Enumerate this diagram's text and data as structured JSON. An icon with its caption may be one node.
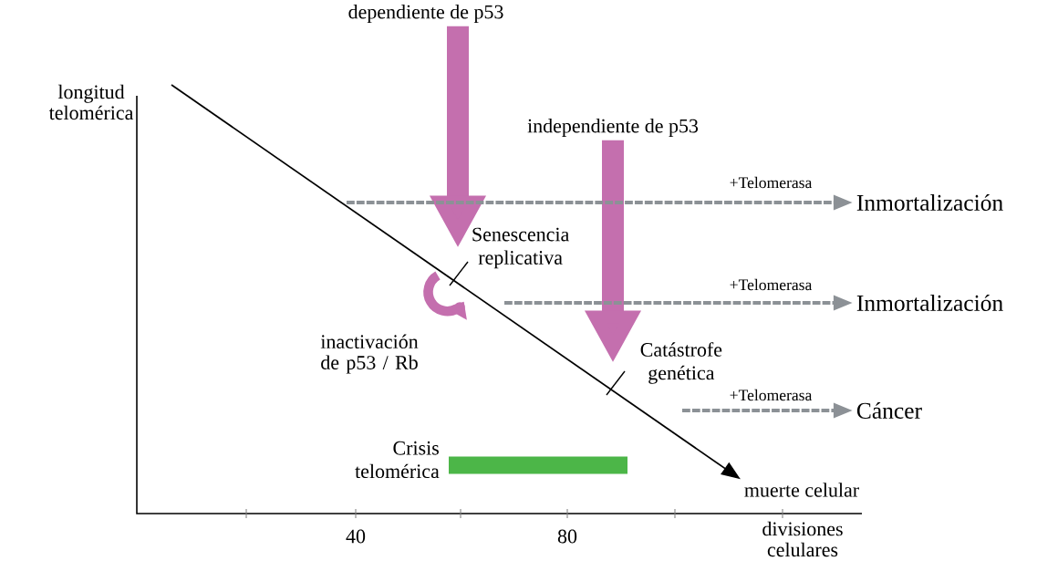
{
  "diagram": {
    "nodes": [
      {
        "text": [
          "dependiente de p53"
        ]
      },
      {
        "text": [
          "independiente de p53"
        ]
      },
      {
        "text": [
          "Senescencia replicativa"
        ]
      },
      {
        "text": [
          "Inmortalización"
        ]
      },
      {
        "text": [
          "Inmortalización"
        ]
      },
      {
        "text": [
          "Catástrofe genética"
        ]
      },
      {
        "text": [
          "Cáncer"
        ]
      },
      {
        "text": [],
        "shape": "bar",
        "beside": [
          "Crisis telomérica"
        ]
      },
      {
        "text": [
          "muerte celular"
        ]
      }
    ],
    "edges": [
      {
        "from": 0,
        "to": 2,
        "arrow": "to",
        "style": "thick",
        "color": "#c46fae"
      },
      {
        "from": 1,
        "to": 5,
        "arrow": "to",
        "style": "thick",
        "color": "#c46fae"
      },
      {
        "from": null,
        "to": 3,
        "arrow": "to",
        "label": "+Telomerasa",
        "style": "dashed",
        "color": "#8c9196"
      },
      {
        "from": null,
        "to": 4,
        "arrow": "to",
        "label": "+Telomerasa",
        "style": "dashed",
        "color": "#8c9196"
      },
      {
        "from": null,
        "to": 6,
        "arrow": "to",
        "label": "+Telomerasa",
        "style": "dashed",
        "color": "#8c9196"
      },
      {
        "from": null,
        "to": 8,
        "arrow": "to",
        "color": "#000000"
      }
    ],
    "labels": [
      "longitud telomérica",
      "inactivación de p53 / Rb",
      "40",
      "80",
      "divisiones celulares"
    ]
  }
}
